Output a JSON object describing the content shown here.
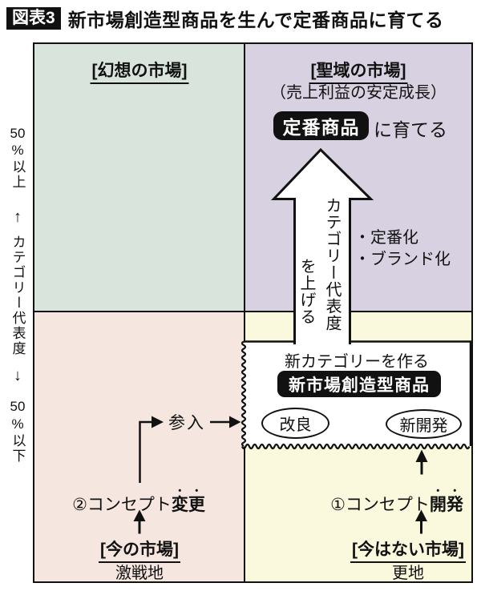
{
  "title": {
    "badge": "図表3",
    "text": "新市場創造型商品を生んで定番商品に育てる"
  },
  "axis": {
    "top_num": "50",
    "top_suffix": "%以上",
    "arrow_up": "↑",
    "label": "カテゴリー代表度",
    "arrow_down": "↓",
    "bottom_num": "50",
    "bottom_suffix": "%以下"
  },
  "quadrants": {
    "top_left": {
      "label": "[幻想の市場]",
      "color": "#d9e4dc"
    },
    "top_right": {
      "label": "[聖域の市場]",
      "subtitle": "（売上利益の安定成長）",
      "color": "#d8d1e1"
    },
    "bottom_left": {
      "label": "[今の市場]",
      "caption": "激戦地",
      "color": "#f5e6e0"
    },
    "bottom_right": {
      "label": "[今はない市場]",
      "caption": "更地",
      "color": "#faf8dd"
    }
  },
  "teiban": {
    "box_label": "定番商品",
    "suffix": "に育てる"
  },
  "big_arrow": {
    "line1": "カテゴリー代表度",
    "line2": "を上げる"
  },
  "bullets": [
    "・定番化",
    "・ブランド化"
  ],
  "creation_box": {
    "title": "新カテゴリーを作る",
    "product": "新市場創造型商品",
    "oval_left": "改良",
    "oval_right": "新開発"
  },
  "entry_label": "参入",
  "concept_change": {
    "prefix": "②コンセプト",
    "emphasis": "変更"
  },
  "concept_develop": {
    "prefix": "①コンセプト",
    "emphasis": "開発"
  },
  "colors": {
    "ink": "#111111",
    "box_fill": "#ffffff",
    "pill_text": "#ffffff"
  }
}
